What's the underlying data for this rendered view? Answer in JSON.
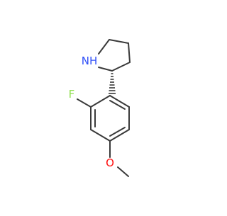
{
  "molecule": {
    "atom_labels": {
      "nh": "NH",
      "f": "F",
      "o": "O"
    },
    "colors": {
      "bond": "#3a3a3a",
      "nitrogen": "#3050f8",
      "fluorine": "#90e050",
      "oxygen": "#ff0d0d"
    }
  }
}
